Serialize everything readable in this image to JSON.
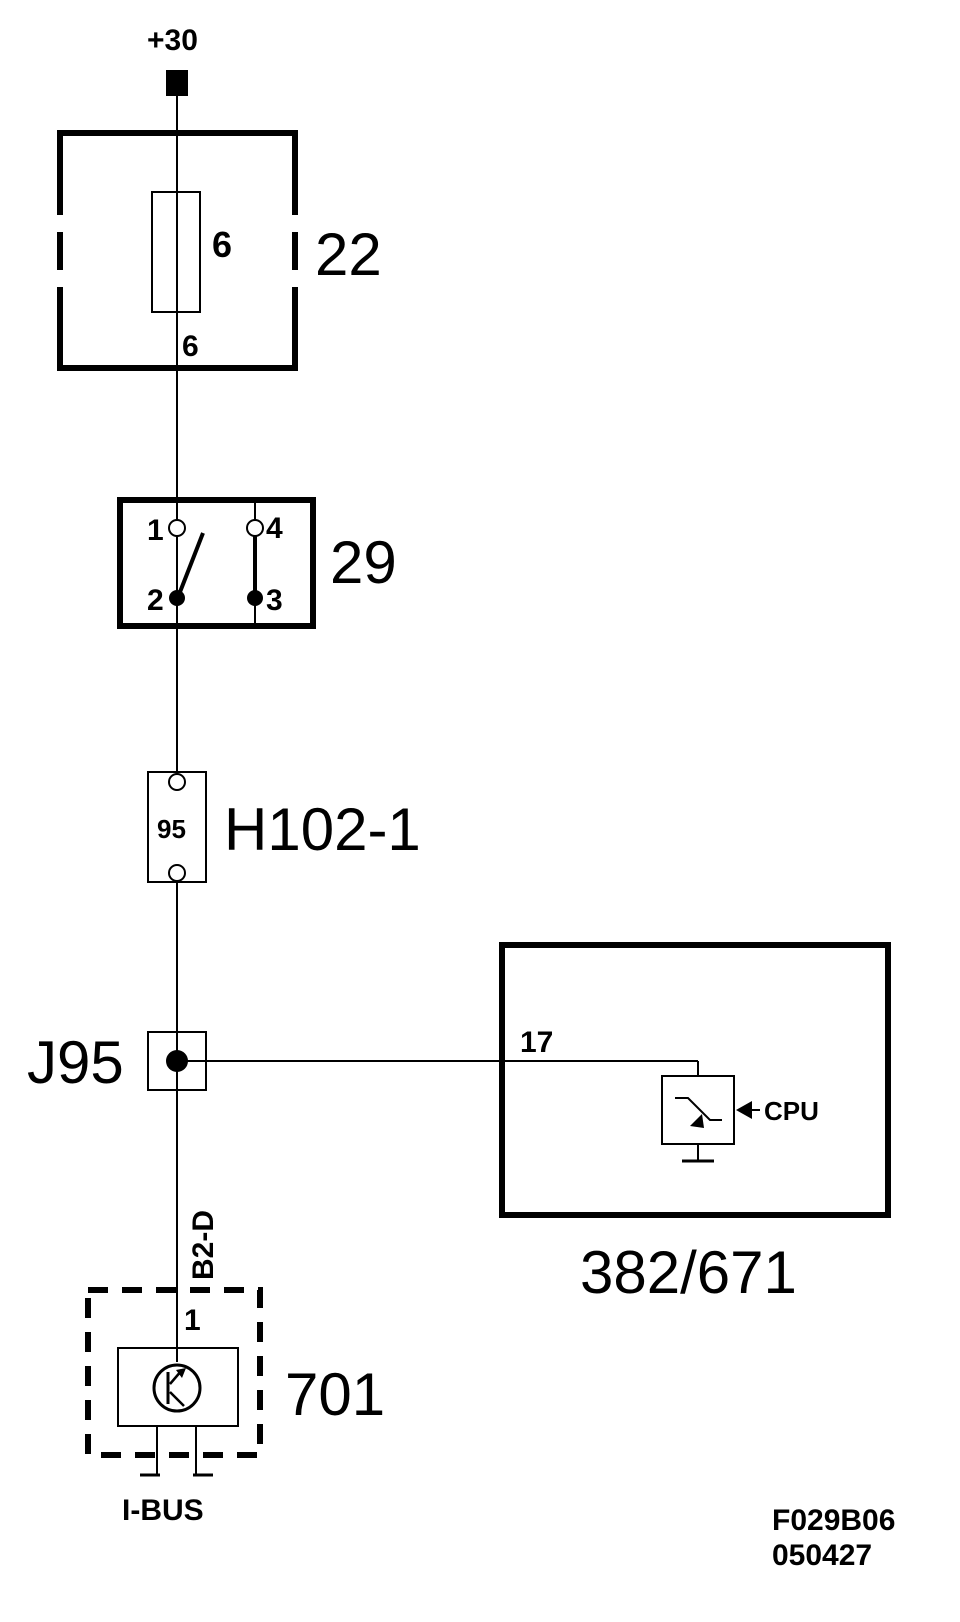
{
  "supply": {
    "label": "+30"
  },
  "fuse_box": {
    "id": "22",
    "fuse_number": "6",
    "pin": "6"
  },
  "ignition_switch": {
    "id": "29",
    "pins": [
      "1",
      "2",
      "3",
      "4"
    ]
  },
  "connector": {
    "id": "H102-1",
    "pin": "95"
  },
  "junction": {
    "id": "J95"
  },
  "control_unit": {
    "id": "382/671",
    "pin": "17",
    "cpu_label": "CPU"
  },
  "diag_connector": {
    "id": "701",
    "wire": "B2-D",
    "pin": "1",
    "bus_label": "I-BUS"
  },
  "figure_ref": {
    "code": "F029B06",
    "date": "050427"
  }
}
